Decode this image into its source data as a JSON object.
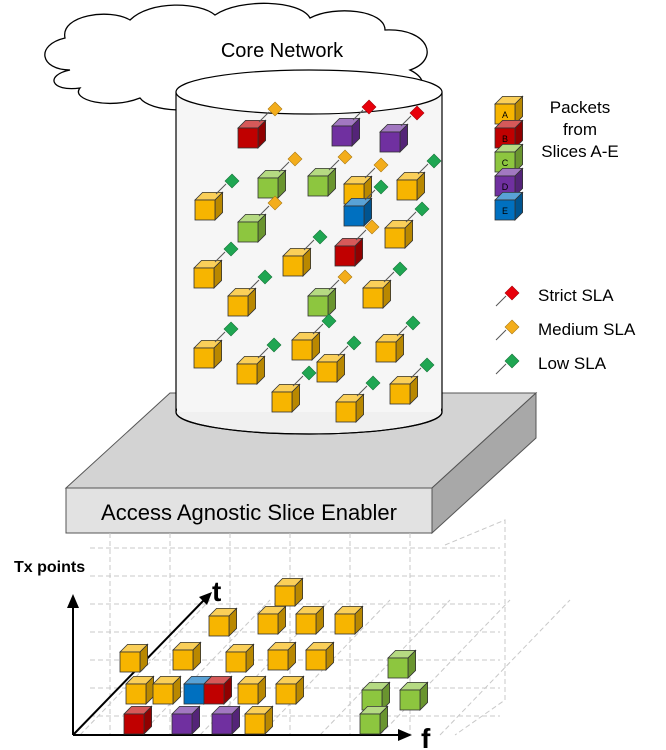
{
  "cloud": {
    "label": "Core Network"
  },
  "legend": {
    "packets_caption": [
      "Packets",
      "from",
      "Slices A-E"
    ],
    "slices": [
      {
        "label": "A",
        "color": "#F7B500"
      },
      {
        "label": "B",
        "color": "#C00000"
      },
      {
        "label": "C",
        "color": "#8DC63F"
      },
      {
        "label": "D",
        "color": "#7030A0"
      },
      {
        "label": "E",
        "color": "#0070C0"
      }
    ],
    "sla": [
      {
        "label": "Strict SLA",
        "color": "#E8000B"
      },
      {
        "label": "Medium SLA",
        "color": "#F3AD1B"
      },
      {
        "label": "Low SLA",
        "color": "#1FA652"
      }
    ]
  },
  "enabler": {
    "label": "Access Agnostic Slice Enabler"
  },
  "axes": {
    "y_label": "Tx points",
    "t_label": "t",
    "f_label": "f"
  },
  "colors": {
    "A": "#F7B500",
    "B": "#C00000",
    "C": "#8DC63F",
    "D": "#7030A0",
    "E": "#0070C0",
    "strict": "#E8000B",
    "medium": "#F3AD1B",
    "low": "#1FA652"
  }
}
